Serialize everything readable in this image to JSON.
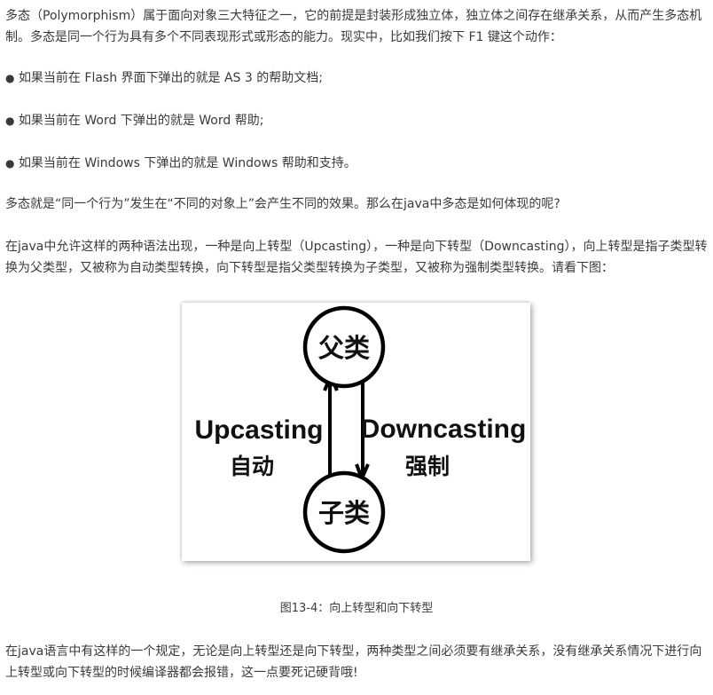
{
  "article": {
    "intro": "多态（Polymorphism）属于面向对象三大特征之一，它的前提是封装形成独立体，独立体之间存在继承关系，从而产生多态机制。多态是同一个行为具有多个不同表现形式或形态的能力。现实中，比如我们按下 F1 键这个动作：",
    "bullets": [
      "如果当前在 Flash 界面下弹出的就是 AS 3 的帮助文档;",
      "如果当前在 Word 下弹出的就是 Word 帮助;",
      "如果当前在 Windows 下弹出的就是 Windows 帮助和支持。"
    ],
    "bullet_symbol": "●",
    "question": "多态就是“同一个行为”发生在“不同的对象上”会产生不同的效果。那么在java中多态是如何体现的呢?",
    "casting_explanation": "在java中允许这样的两种语法出现，一种是向上转型（Upcasting），一种是向下转型（Downcasting），向上转型是指子类型转换为父类型，又被称为自动类型转换，向下转型是指父类型转换为子类型，又被称为强制类型转换。请看下图：",
    "closing": "在java语言中有这样的一个规定，无论是向上转型还是向下转型，两种类型之间必须要有继承关系，没有继承关系情况下进行向上转型或向下转型的时候编译器都会报错，这一点要死记硬背哦!"
  },
  "figure": {
    "parent_label": "父类",
    "child_label": "子类",
    "upcasting_label": "Upcasting",
    "upcasting_sub": "自动",
    "downcasting_label": "Downcasting",
    "downcasting_sub": "强制",
    "caption": "图13-4：向上转型和向下转型"
  }
}
